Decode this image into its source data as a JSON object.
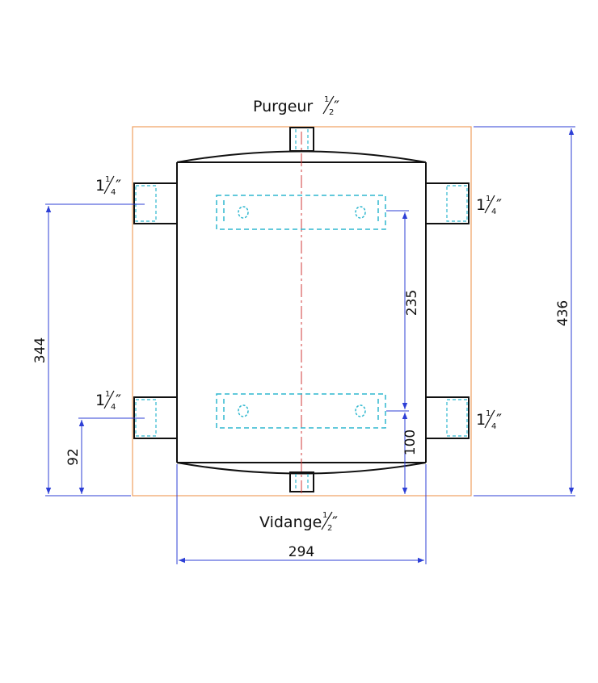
{
  "labels": {
    "top_fitting": "Purgeur",
    "top_fitting_size": {
      "whole": "",
      "num": "1",
      "den": "2",
      "mark": "″"
    },
    "bottom_fitting": "Vidange",
    "bottom_fitting_size": {
      "whole": "",
      "num": "1",
      "den": "2",
      "mark": "″"
    },
    "side_fitting_size": {
      "whole": "1",
      "num": "1",
      "den": "4",
      "mark": "″"
    }
  },
  "dimensions": {
    "overall_height": "436",
    "left_height": "344",
    "lower_pipe_height": "92",
    "bracket_spacing": "235",
    "bracket_height": "100",
    "body_width": "294"
  },
  "colors": {
    "outline": "#111111",
    "envelope": "#f0a060",
    "dimension": "#2d3fd6",
    "hidden": "#2fb7cf",
    "centerline": "#d23a3a"
  }
}
